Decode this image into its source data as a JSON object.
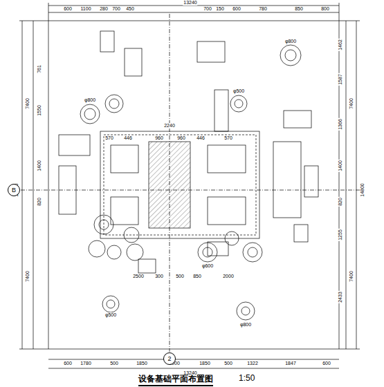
{
  "diagram": {
    "title": "设备基础平面布置图",
    "caption": "1:50",
    "nodes": [
      {
        "text": [
          "B"
        ]
      },
      {
        "text": [
          "2"
        ]
      }
    ],
    "labels": [
      "13240",
      "600",
      "1100",
      "280",
      "700",
      "450",
      "700",
      "150",
      "600",
      "780",
      "850",
      "800",
      "600",
      "1780",
      "500",
      "1850",
      "1000",
      "1850",
      "500",
      "1322",
      "1847",
      "600",
      "13240",
      "14800",
      "7400",
      "7400",
      "1550",
      "1400",
      "820",
      "761",
      "14800",
      "7400",
      "7400",
      "1462",
      "1587",
      "1366",
      "1400",
      "820",
      "1255",
      "2433",
      "2240",
      "570",
      "446",
      "960",
      "960",
      "446",
      "570",
      "2500",
      "300",
      "500",
      "850",
      "2000",
      "φ800",
      "φ800",
      "φ500",
      "φ600",
      "φ800",
      "φ500"
    ]
  }
}
